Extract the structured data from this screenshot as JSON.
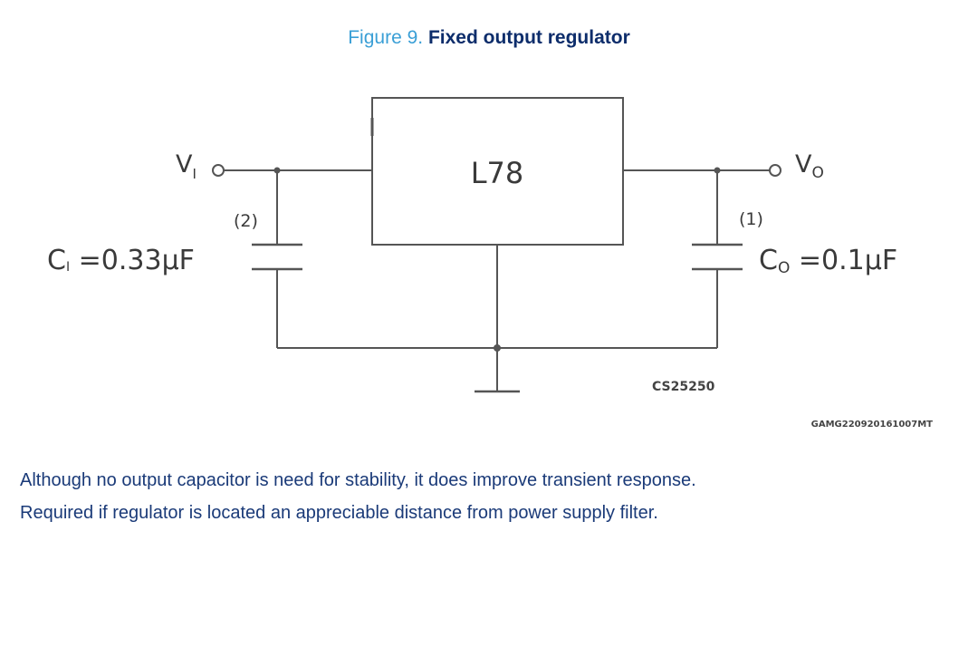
{
  "figure": {
    "number": "Figure 9.",
    "title": "Fixed output regulator"
  },
  "schematic": {
    "ic_label": "L78",
    "input_label": "V",
    "input_sub": "I",
    "output_label": "V",
    "output_sub": "O",
    "input_cap_note": "(2)",
    "output_cap_note": "(1)",
    "input_cap_prefix": "C",
    "input_cap_sub": "I",
    "input_cap_value": " =0.33µF",
    "output_cap_prefix": "C",
    "output_cap_sub": "O",
    "output_cap_value": " =0.1µF",
    "drawing_code": "CS25250"
  },
  "document_code": "GAMG220920161007MT",
  "notes": [
    "Although no output capacitor is need for stability, it does improve transient response.",
    "Required if regulator is located an appreciable distance from power supply filter."
  ]
}
